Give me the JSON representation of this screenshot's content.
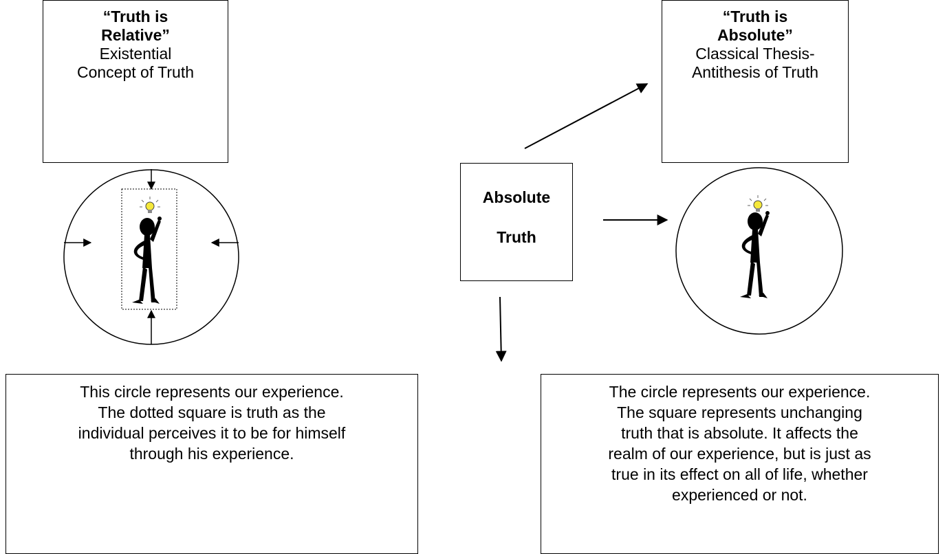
{
  "relative": {
    "title_line1": "“Truth is",
    "title_line2": "Relative”",
    "sub_line1": "Existential",
    "sub_line2": "Concept of Truth"
  },
  "absolute": {
    "title_line1": "“Truth is",
    "title_line2": "Absolute”",
    "sub_line1": "Classical Thesis-",
    "sub_line2": "Antithesis of Truth"
  },
  "center": {
    "line1": "Absolute",
    "line2": "Truth"
  },
  "desc_left": {
    "lines": [
      "This circle represents our experience.",
      "The dotted square is truth as the",
      "individual perceives it to be for himself",
      "through his experience."
    ]
  },
  "desc_right": {
    "lines": [
      "The circle represents our experience.",
      "The square represents unchanging",
      "truth that is absolute.  It affects the",
      "realm of our experience, but is just as",
      "true in its effect on all of life, whether",
      "experienced or not."
    ]
  },
  "colors": {
    "bulb": "#f5e83a",
    "stroke": "#000000"
  },
  "icons": [
    "stick-figure-icon",
    "lightbulb-icon"
  ]
}
